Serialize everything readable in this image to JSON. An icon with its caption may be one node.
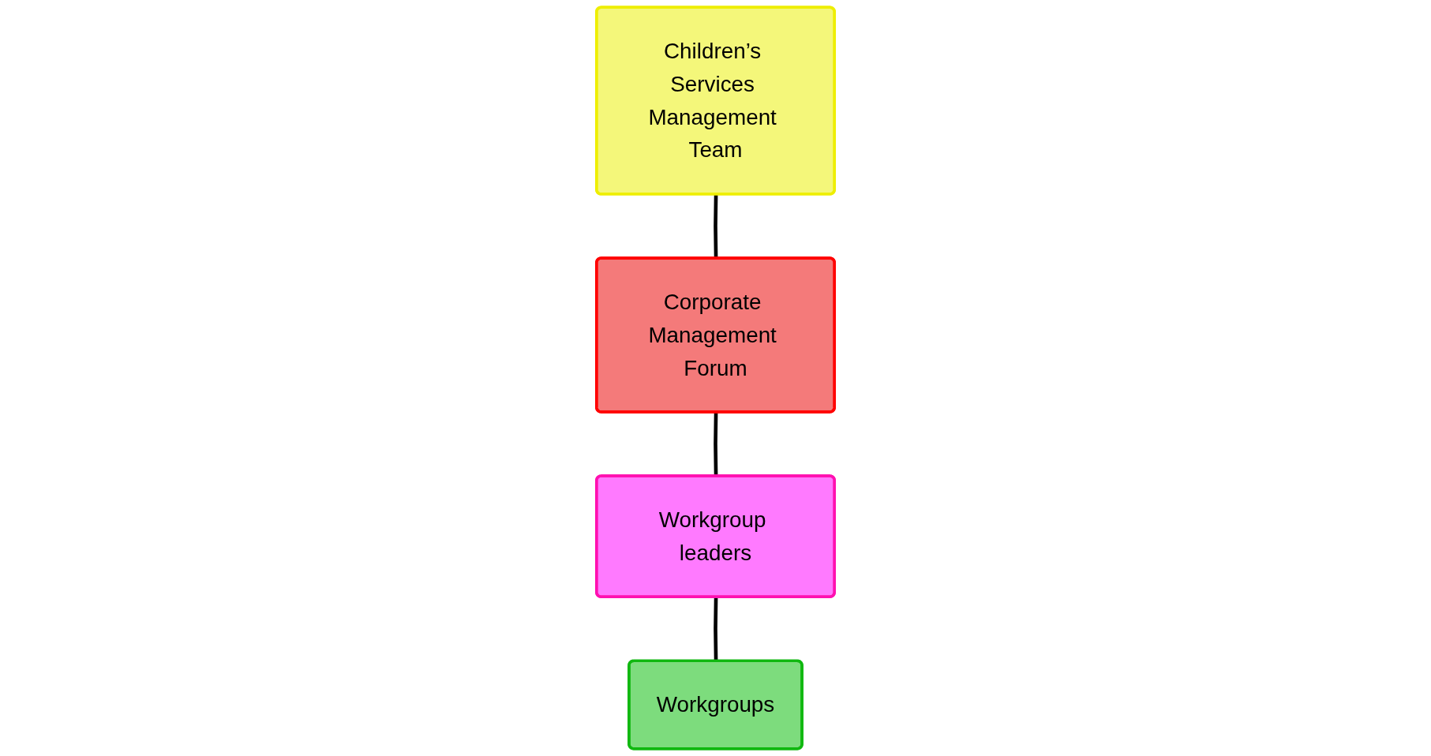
{
  "diagram": {
    "nodes": [
      {
        "text": [
          "Corporate Management Forum"
        ]
      },
      {
        "text": [
          "Children’s Services Management Team"
        ]
      },
      {
        "text": [
          "Workgroup leaders"
        ]
      },
      {
        "text": [
          "Workgroups"
        ]
      }
    ],
    "edges": [
      {
        "from": 0,
        "to": 2,
        "arrow": "none"
      },
      {
        "from": 1,
        "to": 0,
        "arrow": "none"
      },
      {
        "from": 2,
        "to": 3,
        "arrow": "none"
      }
    ]
  }
}
